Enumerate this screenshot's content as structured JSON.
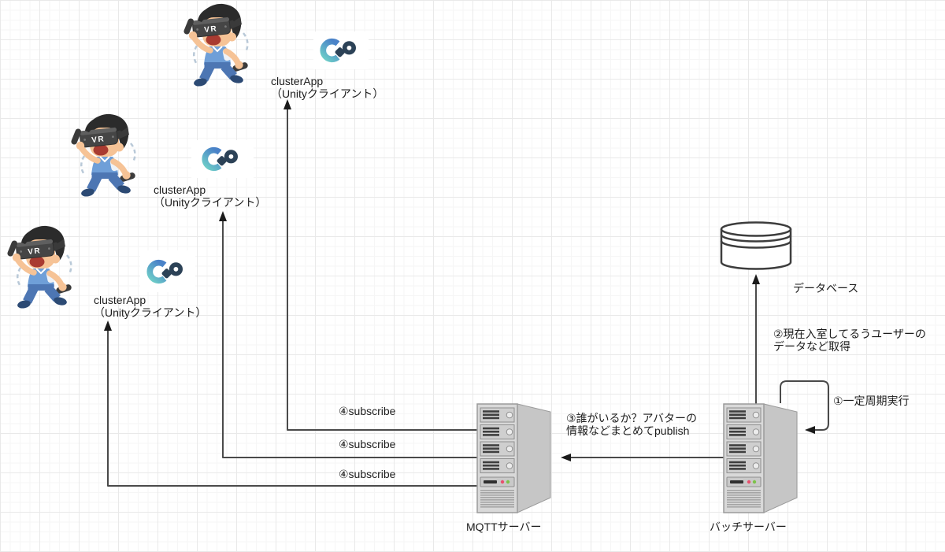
{
  "clients": [
    {
      "line1": "clusterApp",
      "line2": "（Unityクライアント）"
    },
    {
      "line1": "clusterApp",
      "line2": "（Unityクライアント）"
    },
    {
      "line1": "clusterApp",
      "line2": "（Unityクライアント）"
    }
  ],
  "servers": {
    "mqtt_label": "MQTTサーバー",
    "batch_label": "バッチサーバー"
  },
  "database": {
    "label": "データベース"
  },
  "flow": {
    "step1_label": "①一定周期実行",
    "step2_line1": "②現在入室してるうユーザーの",
    "step2_line2": "データなど取得",
    "step3_line1": "③誰がいるか？アバターの",
    "step3_line2": "情報などまとめてpublish",
    "step4_labels": [
      "④subscribe",
      "④subscribe",
      "④subscribe"
    ]
  },
  "icons": {
    "vr_headset_text": "VR"
  },
  "colors": {
    "connector": "#4a4a4a",
    "arrowhead": "#1a1a1a",
    "cluster_teal": "#6fd0c8",
    "cluster_blue": "#4a82c8",
    "cluster_navy": "#2c4257",
    "shirt_blue": "#6f9fd8",
    "pants_blue": "#4d76b3",
    "skin": "#f6c396",
    "server_gray": "#d9d9d9"
  }
}
